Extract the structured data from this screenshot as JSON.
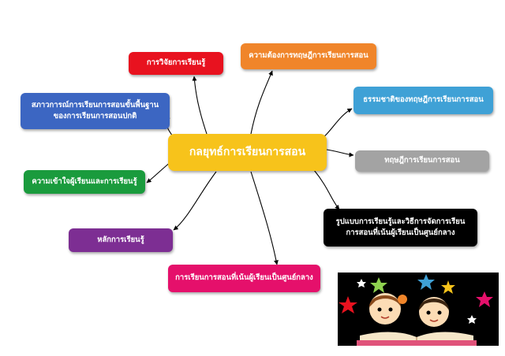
{
  "diagram": {
    "center": {
      "label": "กลยุทธ์การเรียนการสอน",
      "color": "#f7c31b"
    },
    "nodes": [
      {
        "id": "research",
        "label": "การวิจัยการเรียนรู้",
        "color": "#e8121f"
      },
      {
        "id": "needs",
        "label": "ความต้องการทฤษฎีการเรียนการสอน",
        "color": "#f0852a"
      },
      {
        "id": "nature",
        "label": "ธรรมชาติของทฤษฎีการเรียนการสอน",
        "color": "#3fa1d6"
      },
      {
        "id": "theory",
        "label": "ทฤษฎีการเรียนการสอน",
        "color": "#a3a3a3"
      },
      {
        "id": "models",
        "label": "รูปแบบการเรียนรู้และวิธีการจัดการเรียน\nการสอนที่เน้นผู้เรียนเป็นศูนย์กลาง",
        "color": "#000000"
      },
      {
        "id": "learner-centered",
        "label": "การเรียนการสอนที่เน้นผู้เรียนเป็นศูนย์กลาง",
        "color": "#e5106b"
      },
      {
        "id": "principles",
        "label": "หลักการเรียนรู้",
        "color": "#7d2e93"
      },
      {
        "id": "understanding",
        "label": "ความเข้าใจผู้เรียนและการเรียนรู้",
        "color": "#1a9b3d"
      },
      {
        "id": "conditions",
        "label": "สภาวการณ์การเรียนการสอนขั้นพื้นฐาน\nของการเรียนการสอนปกติ",
        "color": "#3c66c2"
      }
    ]
  },
  "illustration": {
    "name": "kids-reading-book-with-stars"
  }
}
